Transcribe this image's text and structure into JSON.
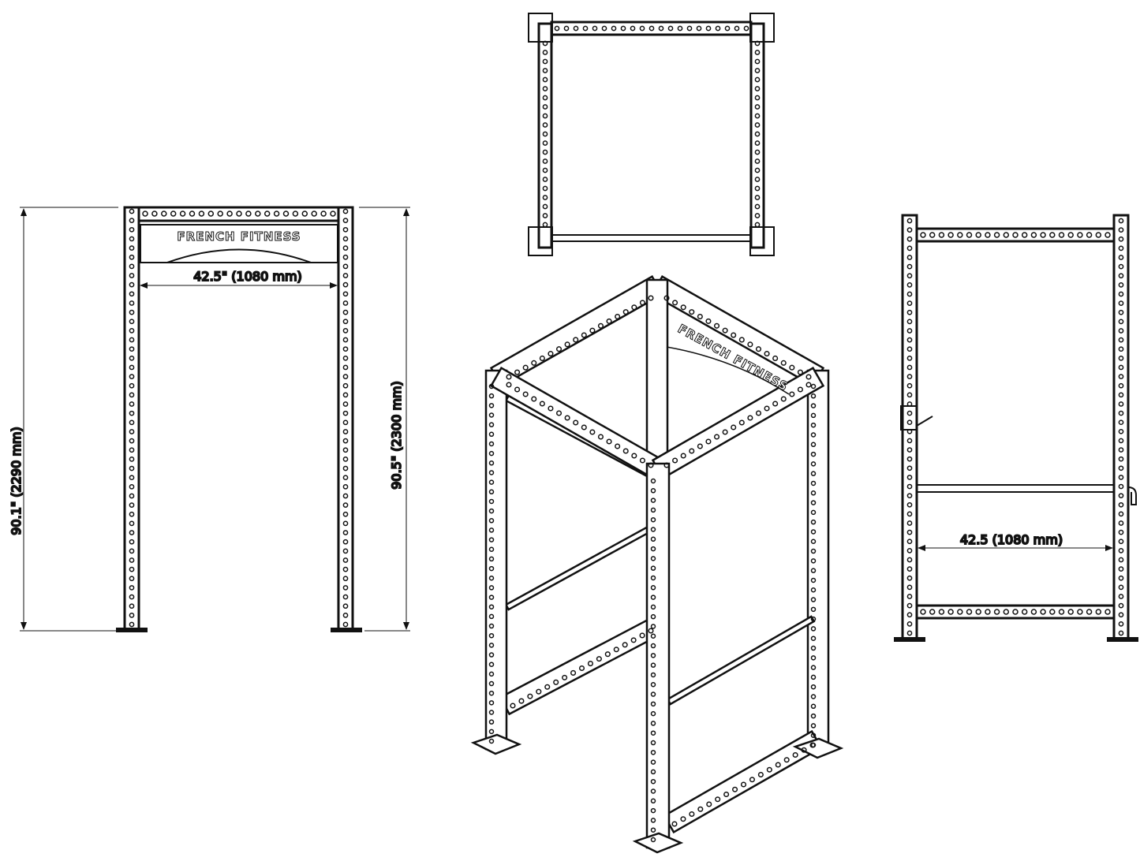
{
  "brand": "FRENCH FITNESS",
  "front_view": {
    "width_label": "42.5\" (1080 mm)",
    "outer_height_label": "90.1\" (2290 mm)",
    "inner_height_label": "90.5\" (2300 mm)"
  },
  "side_view": {
    "width_label": "42.5 (1080 mm)"
  },
  "colors": {
    "line": "#111111",
    "background": "#ffffff"
  }
}
